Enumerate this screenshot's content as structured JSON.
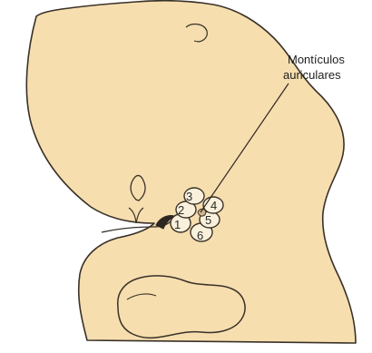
{
  "diagram": {
    "callout": {
      "line1": "Montículos",
      "line2": "auriculares"
    },
    "hillocks": [
      "1",
      "2",
      "3",
      "4",
      "5",
      "6"
    ],
    "colors": {
      "skin": "#f6deaf",
      "outline": "#3a3128",
      "hillock_fill": "#faf1dc",
      "background": "#ffffff"
    }
  }
}
